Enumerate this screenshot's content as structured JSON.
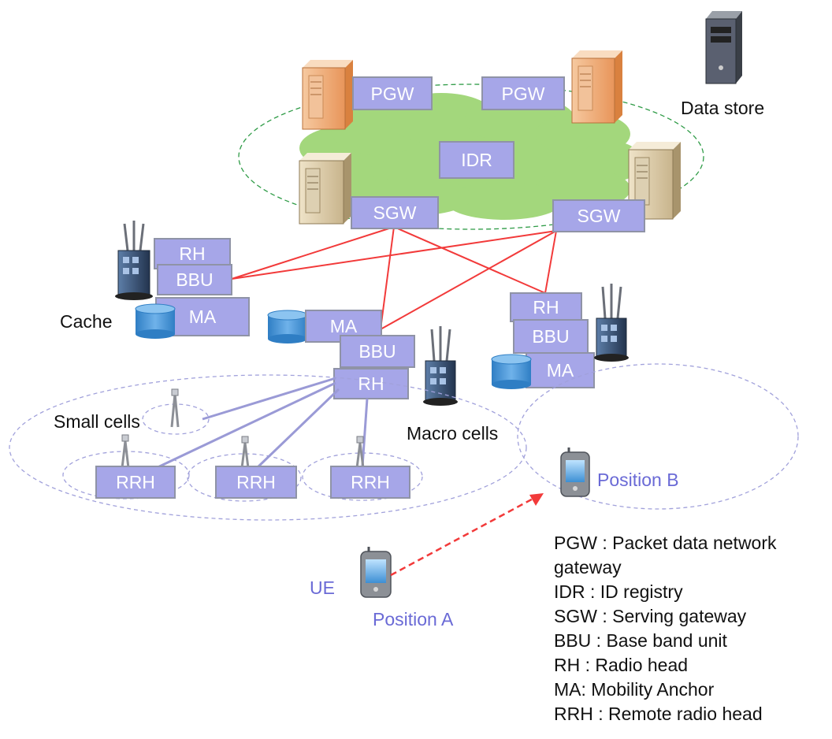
{
  "colors": {
    "box_fill": "#a6a6e8",
    "box_stroke": "#8f93a6",
    "cloud": "#a3d77c",
    "link_red": "#f23a3a",
    "link_purple": "#9a9ad6",
    "ellipse_green": "#2e9b46",
    "ellipse_purple": "#a1a1db",
    "cache_blue": "#4a96d8",
    "label_blue": "#6a6ad6"
  },
  "core": {
    "pgw_left": "PGW",
    "pgw_right": "PGW",
    "idr": "IDR",
    "sgw_left": "SGW",
    "sgw_right": "SGW"
  },
  "data_store_label": "Data store",
  "left_site": {
    "rh": "RH",
    "bbu": "BBU",
    "ma": "MA",
    "cache_label": "Cache"
  },
  "center_site": {
    "ma": "MA",
    "bbu": "BBU",
    "rh": "RH"
  },
  "right_site": {
    "rh": "RH",
    "bbu": "BBU",
    "ma": "MA"
  },
  "cells": {
    "small_cells_label": "Small cells",
    "macro_cells_label": "Macro cells",
    "rrh_1": "RRH",
    "rrh_2": "RRH",
    "rrh_3": "RRH"
  },
  "ue": {
    "ue_label": "UE",
    "position_a": "Position A",
    "position_b": "Position B"
  },
  "legend": [
    "PGW : Packet data network",
    "gateway",
    "IDR : ID registry",
    "SGW : Serving gateway",
    "BBU : Base band unit",
    "RH : Radio head",
    "MA: Mobility Anchor",
    "RRH : Remote radio head"
  ]
}
